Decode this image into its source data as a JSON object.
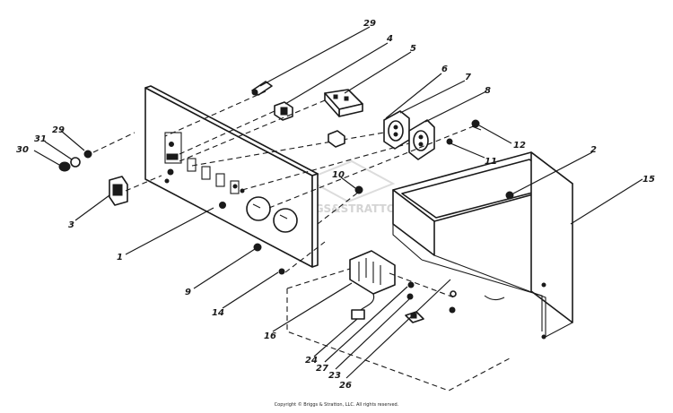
{
  "callouts": {
    "c1": "1",
    "c2": "2",
    "c3": "3",
    "c4": "4",
    "c5": "5",
    "c6": "6",
    "c7": "7",
    "c8": "8",
    "c9": "9",
    "c10": "10",
    "c11": "11",
    "c12": "12",
    "c14": "14",
    "c15": "15",
    "c16": "16",
    "c23": "23",
    "c24": "24",
    "c26": "26",
    "c27": "27",
    "c29a": "29",
    "c29b": "29",
    "c30": "30",
    "c31": "31"
  },
  "watermark": "BRIGGS&STRATTON",
  "copyright": "Copyright © Briggs & Stratton, LLC. All rights reserved.",
  "colors": {
    "ink": "#1a1a1a",
    "watermark": "#d4d4d4",
    "background": "#ffffff"
  }
}
